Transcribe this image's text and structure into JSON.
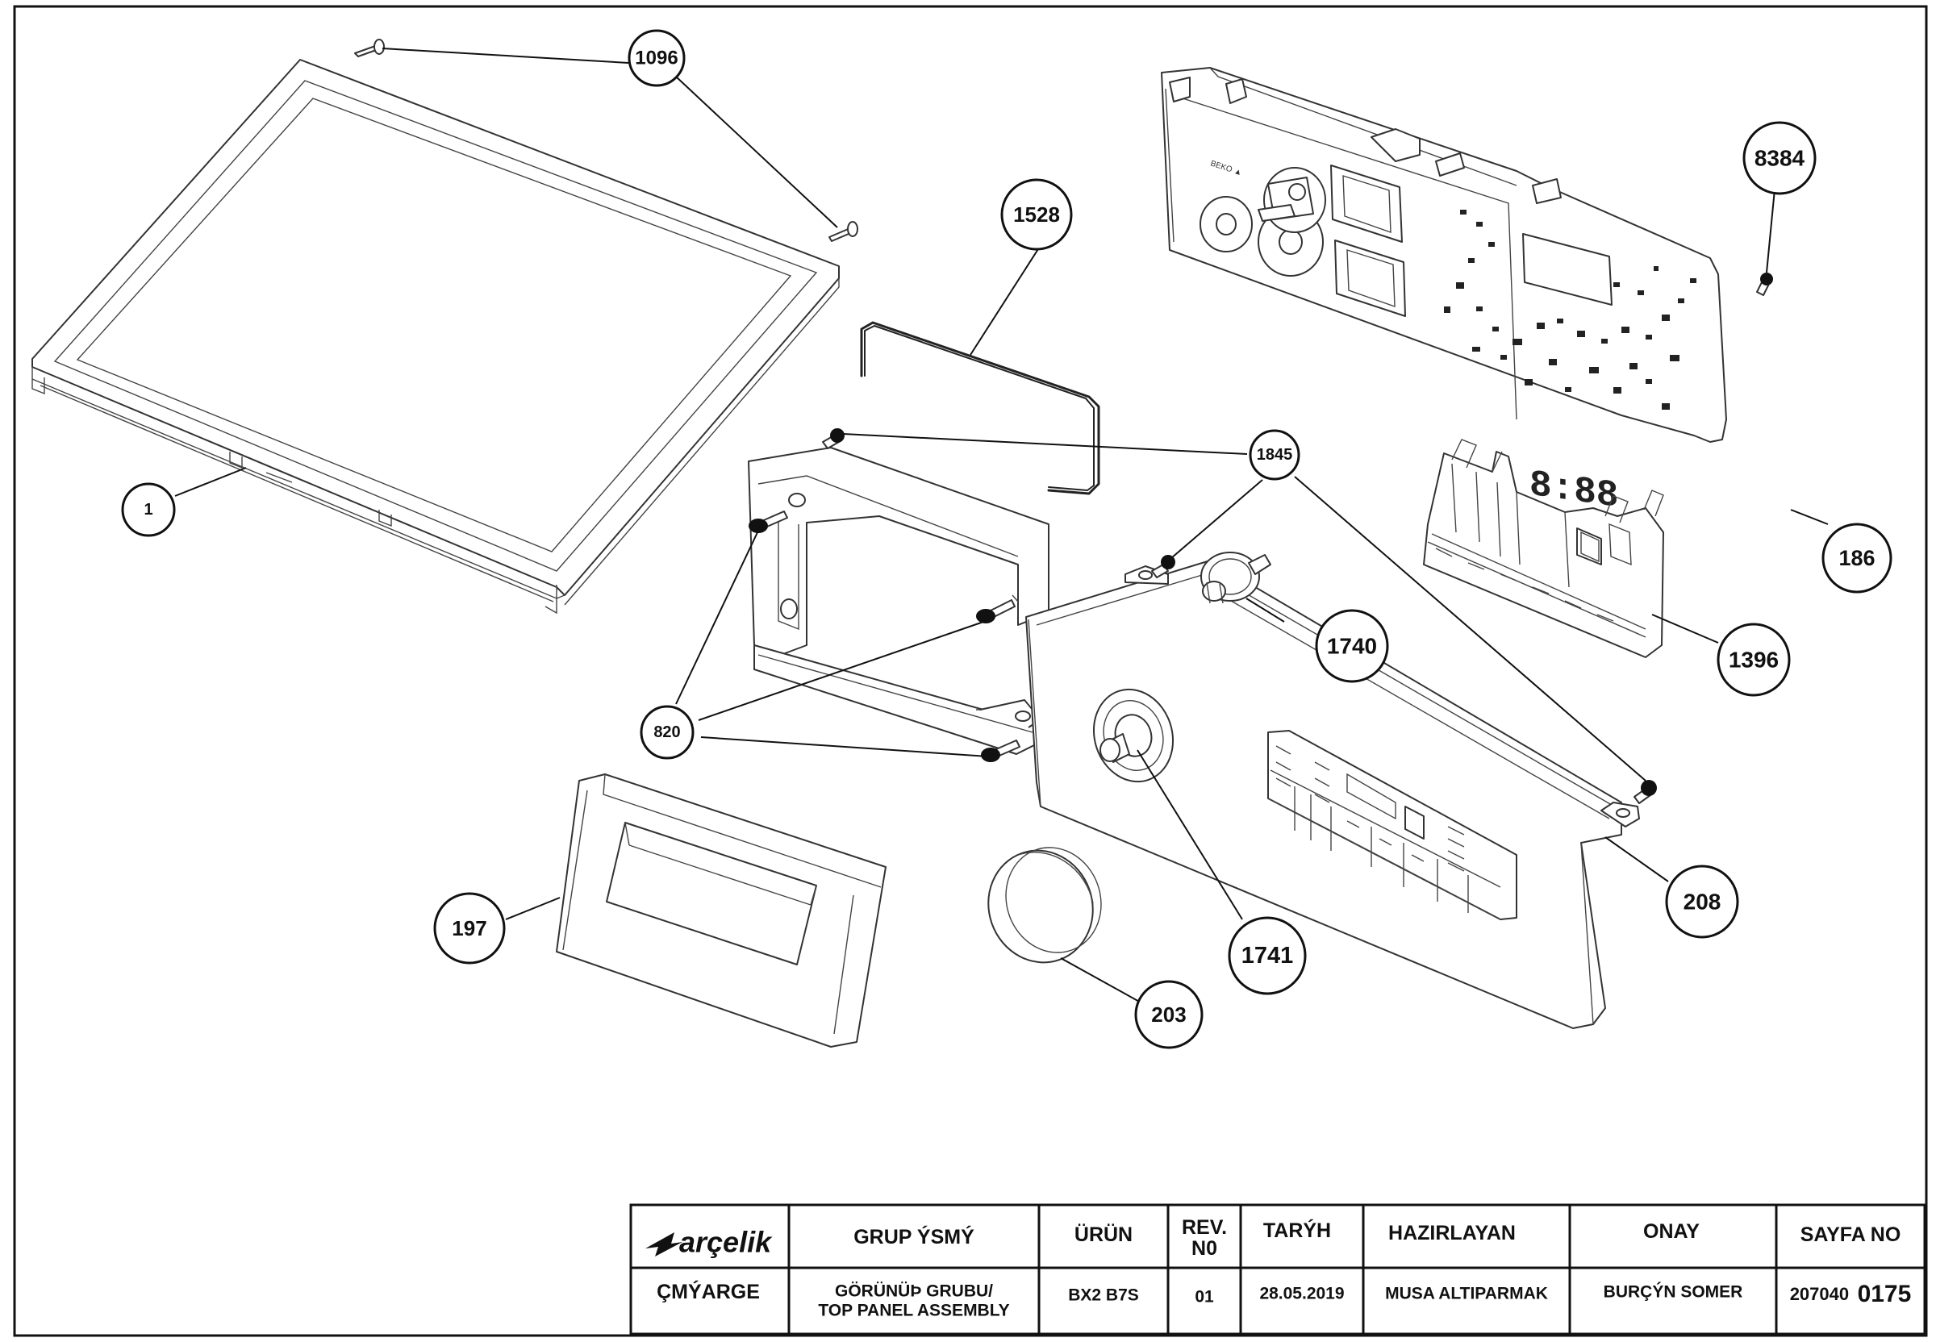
{
  "callouts": [
    {
      "id": "c1096",
      "label": "1096"
    },
    {
      "id": "c1528",
      "label": "1528"
    },
    {
      "id": "c8384",
      "label": "8384"
    },
    {
      "id": "c1845",
      "label": "1845"
    },
    {
      "id": "c186",
      "label": "186"
    },
    {
      "id": "c1",
      "label": "1"
    },
    {
      "id": "c1740",
      "label": "1740"
    },
    {
      "id": "c1396",
      "label": "1396"
    },
    {
      "id": "c820",
      "label": "820"
    },
    {
      "id": "c208",
      "label": "208"
    },
    {
      "id": "c197",
      "label": "197"
    },
    {
      "id": "c1741",
      "label": "1741"
    },
    {
      "id": "c203",
      "label": "203"
    }
  ],
  "title_block": {
    "brand": "arçelik",
    "headers": {
      "group_name": "GRUP ÝSMÝ",
      "product": "ÜRÜN",
      "rev_no": "REV. N0",
      "date": "TARÝH",
      "prepared_by": "HAZIRLAYAN",
      "approval": "ONAY",
      "page_no": "SAYFA NO"
    },
    "values": {
      "category": "ÇMÝARGE",
      "group_name_line1": "GÖRÜNÜÞ GRUBU/",
      "group_name_line2": "TOP PANEL ASSEMBLY",
      "product": "BX2 B7S",
      "rev_no": "01",
      "date": "28.05.2019",
      "prepared_by": "MUSA ALTIPARMAK",
      "approval": "BURÇÝN SOMER",
      "page_no_prefix": "207040",
      "page_no_suffix": "0175"
    }
  }
}
